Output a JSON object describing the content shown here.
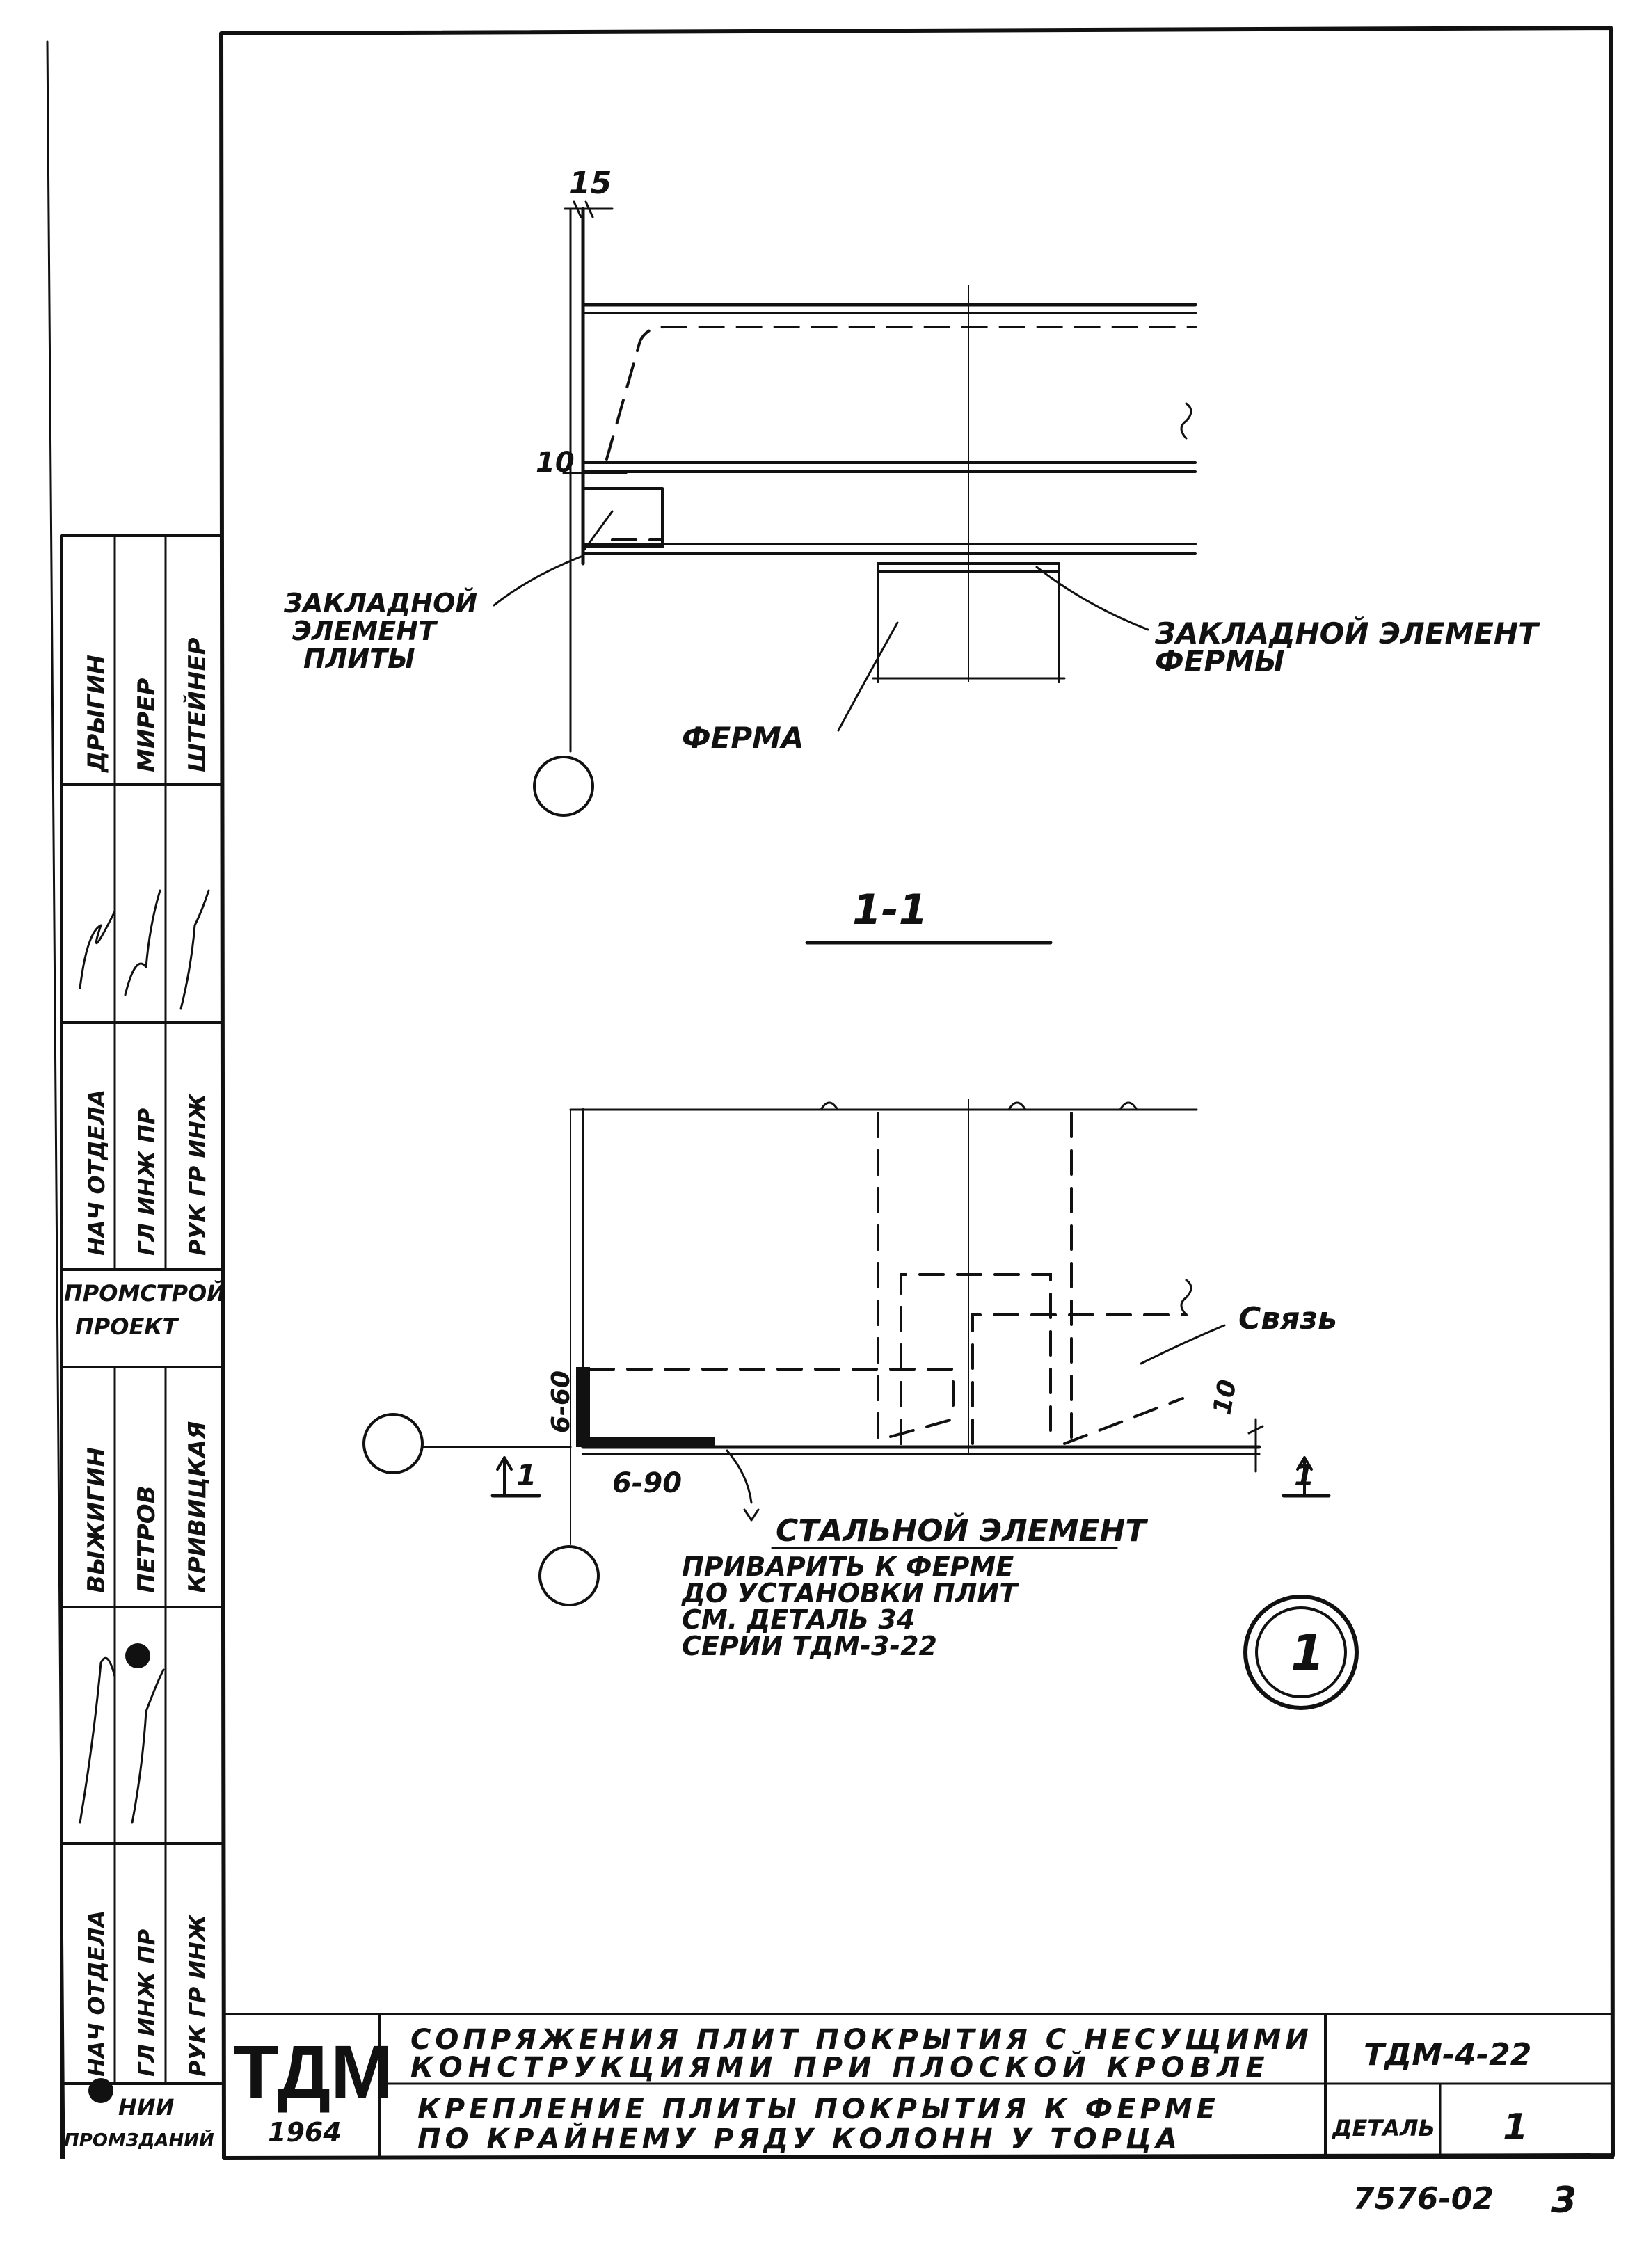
{
  "section_top": {
    "dim_top": "15",
    "dim_gap": "10",
    "label_plate_embed": [
      "ЗАКЛАДНОЙ",
      "ЭЛЕМЕНТ",
      "ПЛИТЫ"
    ],
    "label_truss_embed": [
      "ЗАКЛАДНОЙ ЭЛЕМЕНТ",
      "ФЕРМЫ"
    ],
    "label_truss": "ФЕРМА"
  },
  "section_title": "1-1",
  "plan": {
    "label_brace": "Связь",
    "dim_right": "10",
    "weld_vertical": "6-60",
    "weld_horizontal": "6-90",
    "cut_mark_left": "1",
    "cut_mark_right": "1",
    "label_steel": "СТАЛЬНОЙ ЭЛЕМЕНТ",
    "note": [
      "ПРИВАРИТЬ К ФЕРМЕ",
      "ДО УСТАНОВКИ ПЛИТ",
      "СМ. ДЕТАЛЬ 34",
      "СЕРИИ ТДМ-3-22"
    ],
    "detail_number": "1"
  },
  "side_stamp": {
    "org_bottom": [
      "НИИ",
      "ПРОМЗДАНИЙ"
    ],
    "org_middle": [
      "ПРОМСТРОЙ",
      "ПРОЕКТ"
    ],
    "roles_top": [
      "НАЧ ОТДЕЛА",
      "ГЛ ИНЖ ПР",
      "РУК ГР ИНЖ"
    ],
    "names_top": [
      "ДРЫГИН",
      "МИРЕР",
      "ШТЕЙНЕР"
    ],
    "roles_middle": [
      "НАЧ ОТДЕЛА",
      "ГЛ ИНЖ ПР",
      "РУК ГР ИНЖ"
    ],
    "names_middle": [
      "ВЫЖИГИН",
      "ПЕТРОВ",
      "КРИВИЦКАЯ"
    ]
  },
  "title_block": {
    "logo": "ТДМ",
    "year": "1964",
    "title_line1": "СОПРЯЖЕНИЯ ПЛИТ ПОКРЫТИЯ С НЕСУЩИМИ",
    "title_line2": "КОНСТРУКЦИЯМИ ПРИ ПЛОСКОЙ КРОВЛЕ",
    "subtitle_line1": "КРЕПЛЕНИЕ ПЛИТЫ ПОКРЫТИЯ К ФЕРМЕ",
    "subtitle_line2": "ПО КРАЙНЕМУ РЯДУ КОЛОНН У ТОРЦА",
    "series": "ТДМ-4-22",
    "detail_label": "ДЕТАЛЬ",
    "detail_value": "1"
  },
  "footer": {
    "sheet_code": "7576-02",
    "page": "3"
  }
}
